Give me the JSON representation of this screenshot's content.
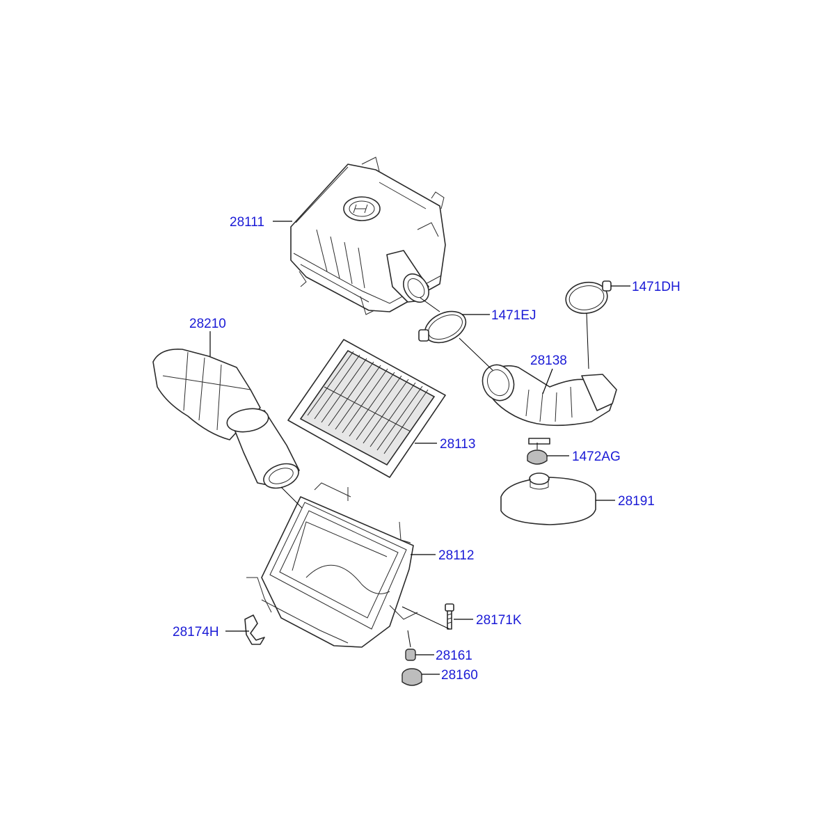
{
  "labels": {
    "p28111": "28111",
    "p1471DH": "1471DH",
    "p1471EJ": "1471EJ",
    "p28210": "28210",
    "p28138": "28138",
    "p28113": "28113",
    "p1472AG": "1472AG",
    "p28191": "28191",
    "p28112": "28112",
    "p28171K": "28171K",
    "p28174H": "28174H",
    "p28161": "28161",
    "p28160": "28160"
  },
  "colors": {
    "label_text": "#1a1ad6",
    "line_art": "#2a2a2a",
    "background": "#ffffff"
  },
  "icons": {
    "logo_on_cover": "hyundai-logo-icon"
  }
}
